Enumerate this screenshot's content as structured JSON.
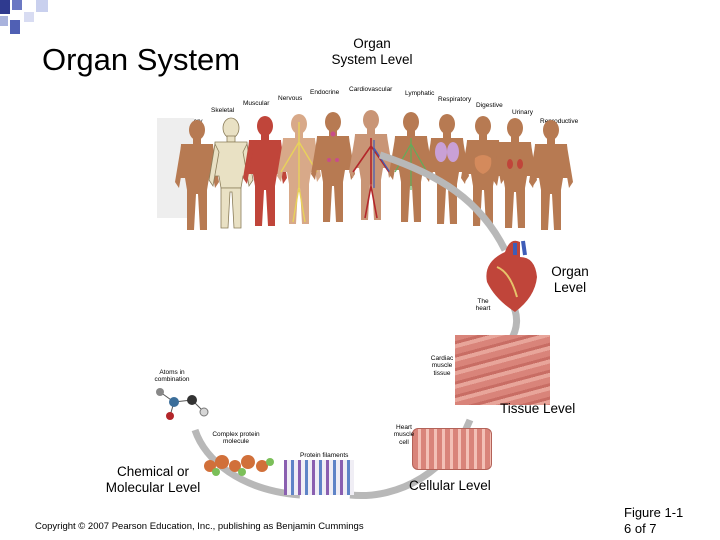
{
  "slide": {
    "title": "Organ System",
    "figure_line1": "Figure 1-1",
    "figure_line2": "6 of 7",
    "copyright": "Copyright © 2007 Pearson Education, Inc., publishing as Benjamin Cummings"
  },
  "levels": {
    "organ_system_1": "Organ",
    "organ_system_2": "System Level",
    "organ_1": "Organ",
    "organ_2": "Level",
    "tissue": "Tissue Level",
    "cellular": "Cellular Level",
    "chemical_1": "Chemical or",
    "chemical_2": "Molecular Level"
  },
  "systems": {
    "integumentary": "Integumentary",
    "skeletal": "Skeletal",
    "muscular": "Muscular",
    "nervous": "Nervous",
    "endocrine": "Endocrine",
    "cardiovascular": "Cardiovascular",
    "lymphatic": "Lymphatic",
    "respiratory": "Respiratory",
    "digestive": "Digestive",
    "urinary": "Urinary",
    "reproductive": "Reproductive"
  },
  "labels": {
    "heart_1": "The",
    "heart_2": "heart",
    "cardiac_1": "Cardiac",
    "cardiac_2": "muscle",
    "cardiac_3": "tissue",
    "atoms_1": "Atoms in",
    "atoms_2": "combination",
    "complex_1": "Complex protein",
    "complex_2": "molecule",
    "filaments": "Protein filaments",
    "heartcell_1": "Heart",
    "heartcell_2": "muscle",
    "heartcell_3": "cell"
  },
  "colors": {
    "deco_blue": "#2f3a8f",
    "deco_light": "#a9b3dd",
    "skin": "#b77a52",
    "muscle": "#c0453a",
    "bone": "#e9e1c4",
    "tissue_pink": "#d9847a"
  }
}
